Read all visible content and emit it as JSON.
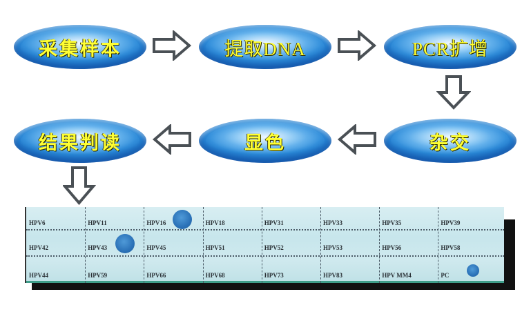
{
  "flow": {
    "steps": [
      {
        "id": "collect",
        "label": "采集样本"
      },
      {
        "id": "extract",
        "label": "提取DNA"
      },
      {
        "id": "pcr",
        "label": "PCR扩增"
      },
      {
        "id": "hybridize",
        "label": "杂交"
      },
      {
        "id": "color",
        "label": "显色"
      },
      {
        "id": "interpret",
        "label": "结果判读"
      }
    ],
    "arrow_color": "#4a5055",
    "node_color": "#2b8ad8",
    "text_color": "#ffff33"
  },
  "strip": {
    "rows": [
      [
        "HPV6",
        "HPV11",
        "HPV16",
        "HPV18",
        "HPV31",
        "HPV33",
        "HPV35",
        "HPV39"
      ],
      [
        "HPV42",
        "HPV43",
        "HPV45",
        "HPV51",
        "HPV52",
        "HPV53",
        "HPV56",
        "HPV58"
      ],
      [
        "HPV44",
        "HPV59",
        "HPV66",
        "HPV68",
        "HPV73",
        "HPV83",
        "HPV MM4",
        "PC"
      ]
    ],
    "positive_spots": [
      "HPV16",
      "HPV43",
      "PC"
    ],
    "spot_color": "#2b72b8"
  }
}
